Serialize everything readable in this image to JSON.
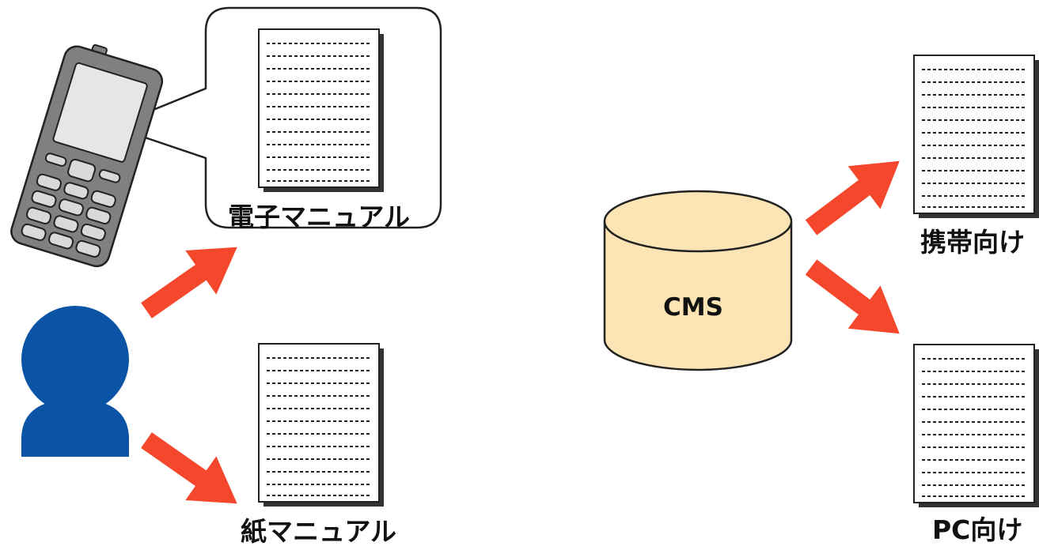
{
  "labels": {
    "electronic_manual": "電子マニュアル",
    "paper_manual": "紙マニュアル",
    "cms": "CMS",
    "for_mobile": "携帯向け",
    "for_pc": "PC向け"
  },
  "colors": {
    "arrow": "#f5472b",
    "person": "#0b54a5",
    "cylinder": "#fce4b4",
    "phone_body": "#808080",
    "phone_screen": "#e6e6e6",
    "outline": "#222222"
  },
  "icons": [
    "person-icon",
    "mobile-phone-icon",
    "document-icon",
    "database-cylinder-icon",
    "arrow-icon"
  ]
}
